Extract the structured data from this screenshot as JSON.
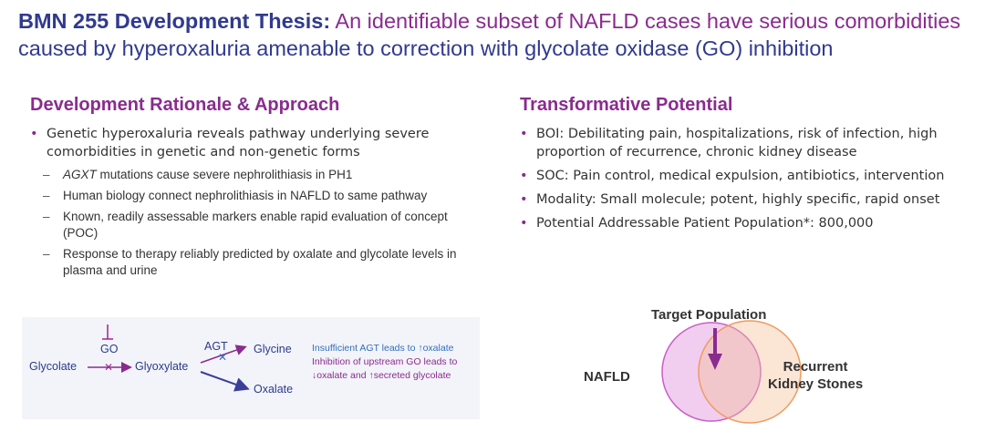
{
  "title": {
    "bold": "BMN 255 Development Thesis:",
    "line1_rest": " An identifiable subset of NAFLD cases have serious comorbidities",
    "line2": "caused by hyperoxaluria amenable to correction with glycolate oxidase (GO) inhibition"
  },
  "left": {
    "heading": "Development Rationale & Approach",
    "bullet": "Genetic hyperoxaluria reveals pathway underlying severe comorbidities in genetic and non-genetic forms",
    "sub": [
      {
        "italic": "AGXT",
        "text": " mutations cause severe nephrolithiasis in PH1"
      },
      {
        "italic": "",
        "text": "Human biology  connect nephrolithiasis in NAFLD to same pathway"
      },
      {
        "italic": "",
        "text": "Known, readily assessable markers enable rapid evaluation of concept (POC)"
      },
      {
        "italic": "",
        "text": "Response to therapy reliably predicted by oxalate and glycolate levels in plasma and urine"
      }
    ]
  },
  "right": {
    "heading": "Transformative Potential",
    "bullets": [
      "BOI: Debilitating pain, hospitalizations, risk of infection, high proportion of recurrence, chronic kidney disease",
      "SOC: Pain control, medical expulsion, antibiotics, intervention",
      "Modality: Small molecule; potent, highly specific, rapid onset",
      "Potential Addressable  Patient Population*: 800,000"
    ]
  },
  "pathway": {
    "glycolate": "Glycolate",
    "go": "GO",
    "glyoxylate": "Glyoxylate",
    "agt": "AGT",
    "glycine": "Glycine",
    "oxalate": "Oxalate",
    "note1": "Insufficient AGT leads to ↑oxalate",
    "note2": "Inhibition of upstream GO leads to",
    "note3": "↓oxalate  and ↑secreted glycolate"
  },
  "venn": {
    "target": "Target Population",
    "left": "NAFLD",
    "right_line1": "Recurrent",
    "right_line2": "Kidney Stones"
  },
  "colors": {
    "navy": "#303a8f",
    "purple": "#8a2b8f",
    "magenta": "#a1238f",
    "blue_note": "#2f6fc0"
  },
  "icons": {
    "bullet": "•",
    "dash": "–"
  }
}
